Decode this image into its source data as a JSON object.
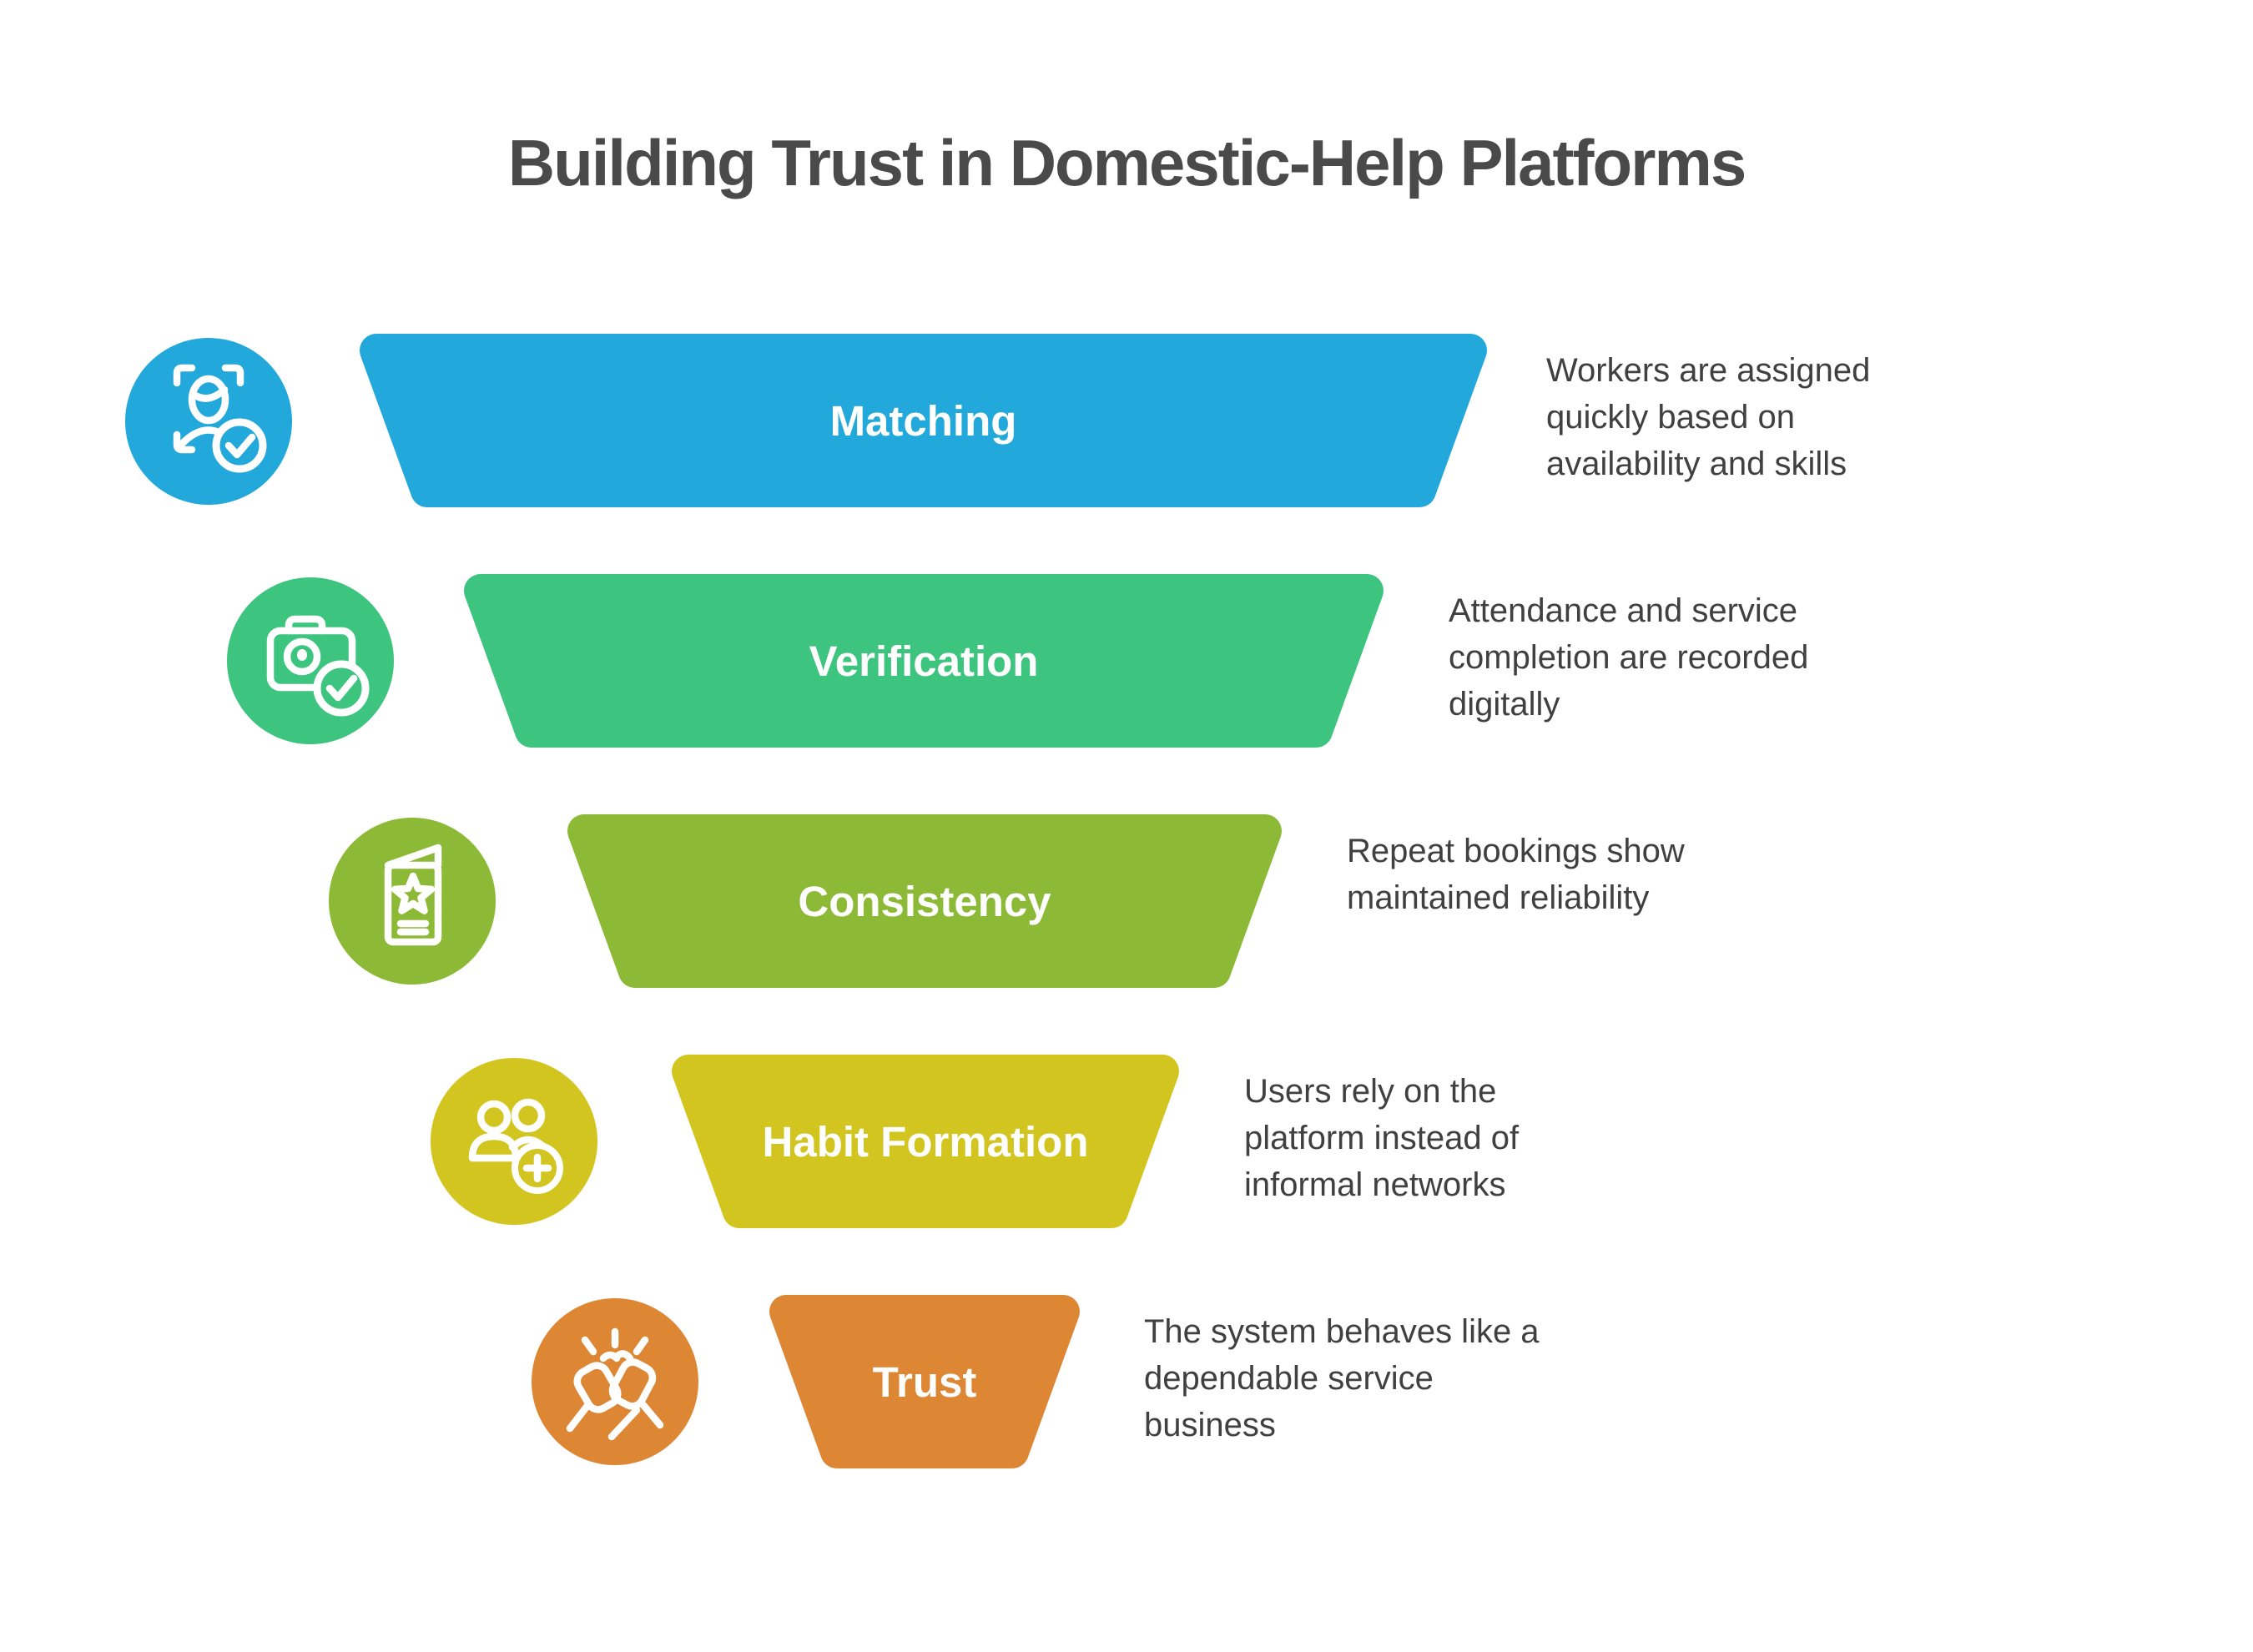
{
  "title": "Building Trust in Domestic-Help Platforms",
  "stages": [
    {
      "label": "Matching",
      "description": "Workers are assigned quickly based on availability and skills",
      "color": "#22a8da",
      "icon": "face-scan-check-icon"
    },
    {
      "label": "Verification",
      "description": "Attendance and service completion are recorded digitally",
      "color": "#3dc47e",
      "icon": "camera-check-icon"
    },
    {
      "label": "Consistency",
      "description": "Repeat bookings show maintained reliability",
      "color": "#8cba37",
      "icon": "card-star-icon"
    },
    {
      "label": "Habit Formation",
      "description": "Users rely on the platform instead of informal networks",
      "color": "#d3c51f",
      "icon": "users-add-icon"
    },
    {
      "label": "Trust",
      "description": "The system behaves like a dependable service business",
      "color": "#dd8735",
      "icon": "fist-bump-icon"
    }
  ]
}
